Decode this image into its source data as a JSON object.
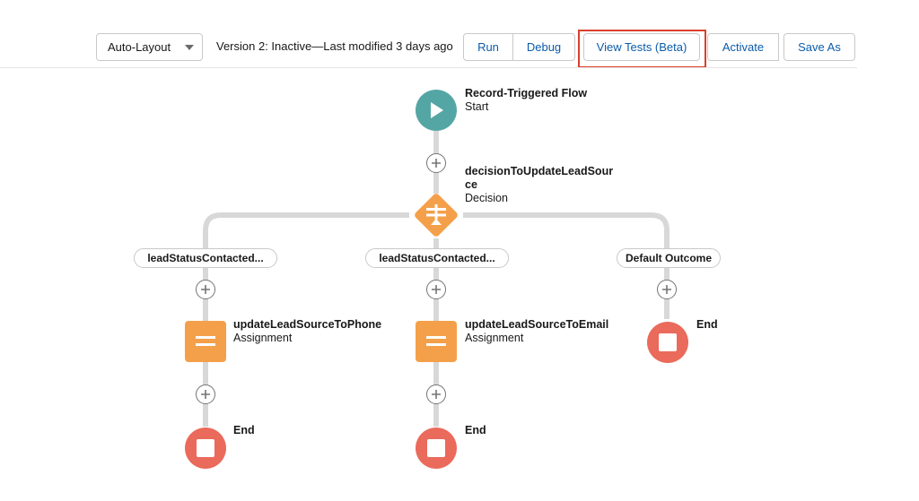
{
  "toolbar": {
    "layout_select": "Auto-Layout",
    "version_text": "Version 2: Inactive—Last modified 3 days ago",
    "run_label": "Run",
    "debug_label": "Debug",
    "view_tests_label": "View Tests (Beta)",
    "activate_label": "Activate",
    "save_as_label": "Save As"
  },
  "flow": {
    "start": {
      "name": "Record-Triggered Flow",
      "type": "Start"
    },
    "decision": {
      "name_line1": "decisionToUpdateLeadSour",
      "name_line2": "ce",
      "type": "Decision"
    },
    "outcomes": [
      {
        "label": "leadStatusContacted..."
      },
      {
        "label": "leadStatusContacted..."
      },
      {
        "label": "Default Outcome"
      }
    ],
    "assignments": [
      {
        "name": "updateLeadSourceToPhone",
        "type": "Assignment"
      },
      {
        "name": "updateLeadSourceToEmail",
        "type": "Assignment"
      }
    ],
    "end_label": "End"
  },
  "colors": {
    "start": "#54a6a4",
    "decision": "#f4a04a",
    "assignment": "#f4a04a",
    "end": "#ea6a5b",
    "connector": "#d8d8d8",
    "button_text": "#0b5cab",
    "highlight": "#d9402b"
  },
  "icons": {
    "start": "play-icon",
    "decision": "decision-icon",
    "assignment": "assignment-icon",
    "end": "stop-icon",
    "add": "plus-icon",
    "dropdown": "chevron-down-icon"
  }
}
